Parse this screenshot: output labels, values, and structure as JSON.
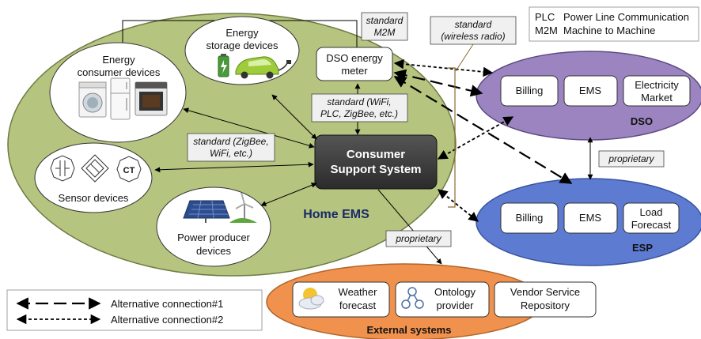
{
  "legend_top": {
    "rows": [
      {
        "abbr": "PLC",
        "full": "Power Line Communication"
      },
      {
        "abbr": "M2M",
        "full": "Machine to Machine"
      }
    ]
  },
  "legend_bottom": {
    "alt1": "Alternative connection#1",
    "alt2": "Alternative connection#2"
  },
  "home_ems": {
    "title": "Home EMS",
    "css": [
      "Consumer",
      "Support System"
    ],
    "consumer_devices": [
      "Energy",
      "consumer devices"
    ],
    "storage_devices": [
      "Energy",
      "storage devices"
    ],
    "dso_meter": [
      "DSO energy",
      "meter"
    ],
    "sensor_devices": "Sensor devices",
    "sensor_ct": "CT",
    "producer_devices": [
      "Power producer",
      "devices"
    ]
  },
  "standards": {
    "m2m": [
      "standard",
      "M2M"
    ],
    "wireless": [
      "standard",
      "(wireless radio)"
    ],
    "wifi": [
      "standard (WiFi,",
      "PLC, ZigBee, etc.)"
    ],
    "zigbee": [
      "standard (ZigBee,",
      "WiFi, etc.)"
    ],
    "proprietary_dso_esp": "proprietary",
    "proprietary_ext": "proprietary"
  },
  "dso": {
    "title": "DSO",
    "billing": "Billing",
    "ems": "EMS",
    "market": [
      "Electricity",
      "Market"
    ]
  },
  "esp": {
    "title": "ESP",
    "billing": "Billing",
    "ems": "EMS",
    "forecast": [
      "Load",
      "Forecast"
    ]
  },
  "external": {
    "title": "External systems",
    "weather": [
      "Weather",
      "forecast"
    ],
    "ontology": [
      "Ontology",
      "provider"
    ],
    "vendor": [
      "Vendor Service",
      "Repository"
    ]
  },
  "colors": {
    "home_fill": "#b5c47f",
    "dso_fill": "#9b84bf",
    "esp_fill": "#5c7bd1",
    "ext_fill": "#f0924e",
    "css_fill": "#404040"
  }
}
